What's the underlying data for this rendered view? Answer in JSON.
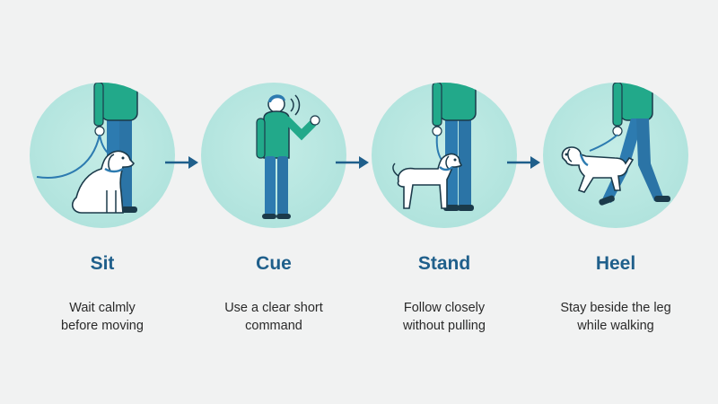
{
  "colors": {
    "circle": "#b4e5df",
    "shirt": "#22a98a",
    "pants": "#2d7bb0",
    "title": "#1f5f8b",
    "arrow": "#1f5f8b"
  },
  "steps": [
    {
      "title": "Sit",
      "desc": [
        "Wait calmly",
        "before moving"
      ],
      "icon": "person-with-sitting-dog-icon"
    },
    {
      "title": "Cue",
      "desc": [
        "Use a clear short",
        "command"
      ],
      "icon": "person-giving-command-icon"
    },
    {
      "title": "Stand",
      "desc": [
        "Follow closely",
        "without pulling"
      ],
      "icon": "person-with-standing-dog-icon"
    },
    {
      "title": "Heel",
      "desc": [
        "Stay beside the leg",
        "while walking"
      ],
      "icon": "person-walking-dog-icon"
    }
  ]
}
